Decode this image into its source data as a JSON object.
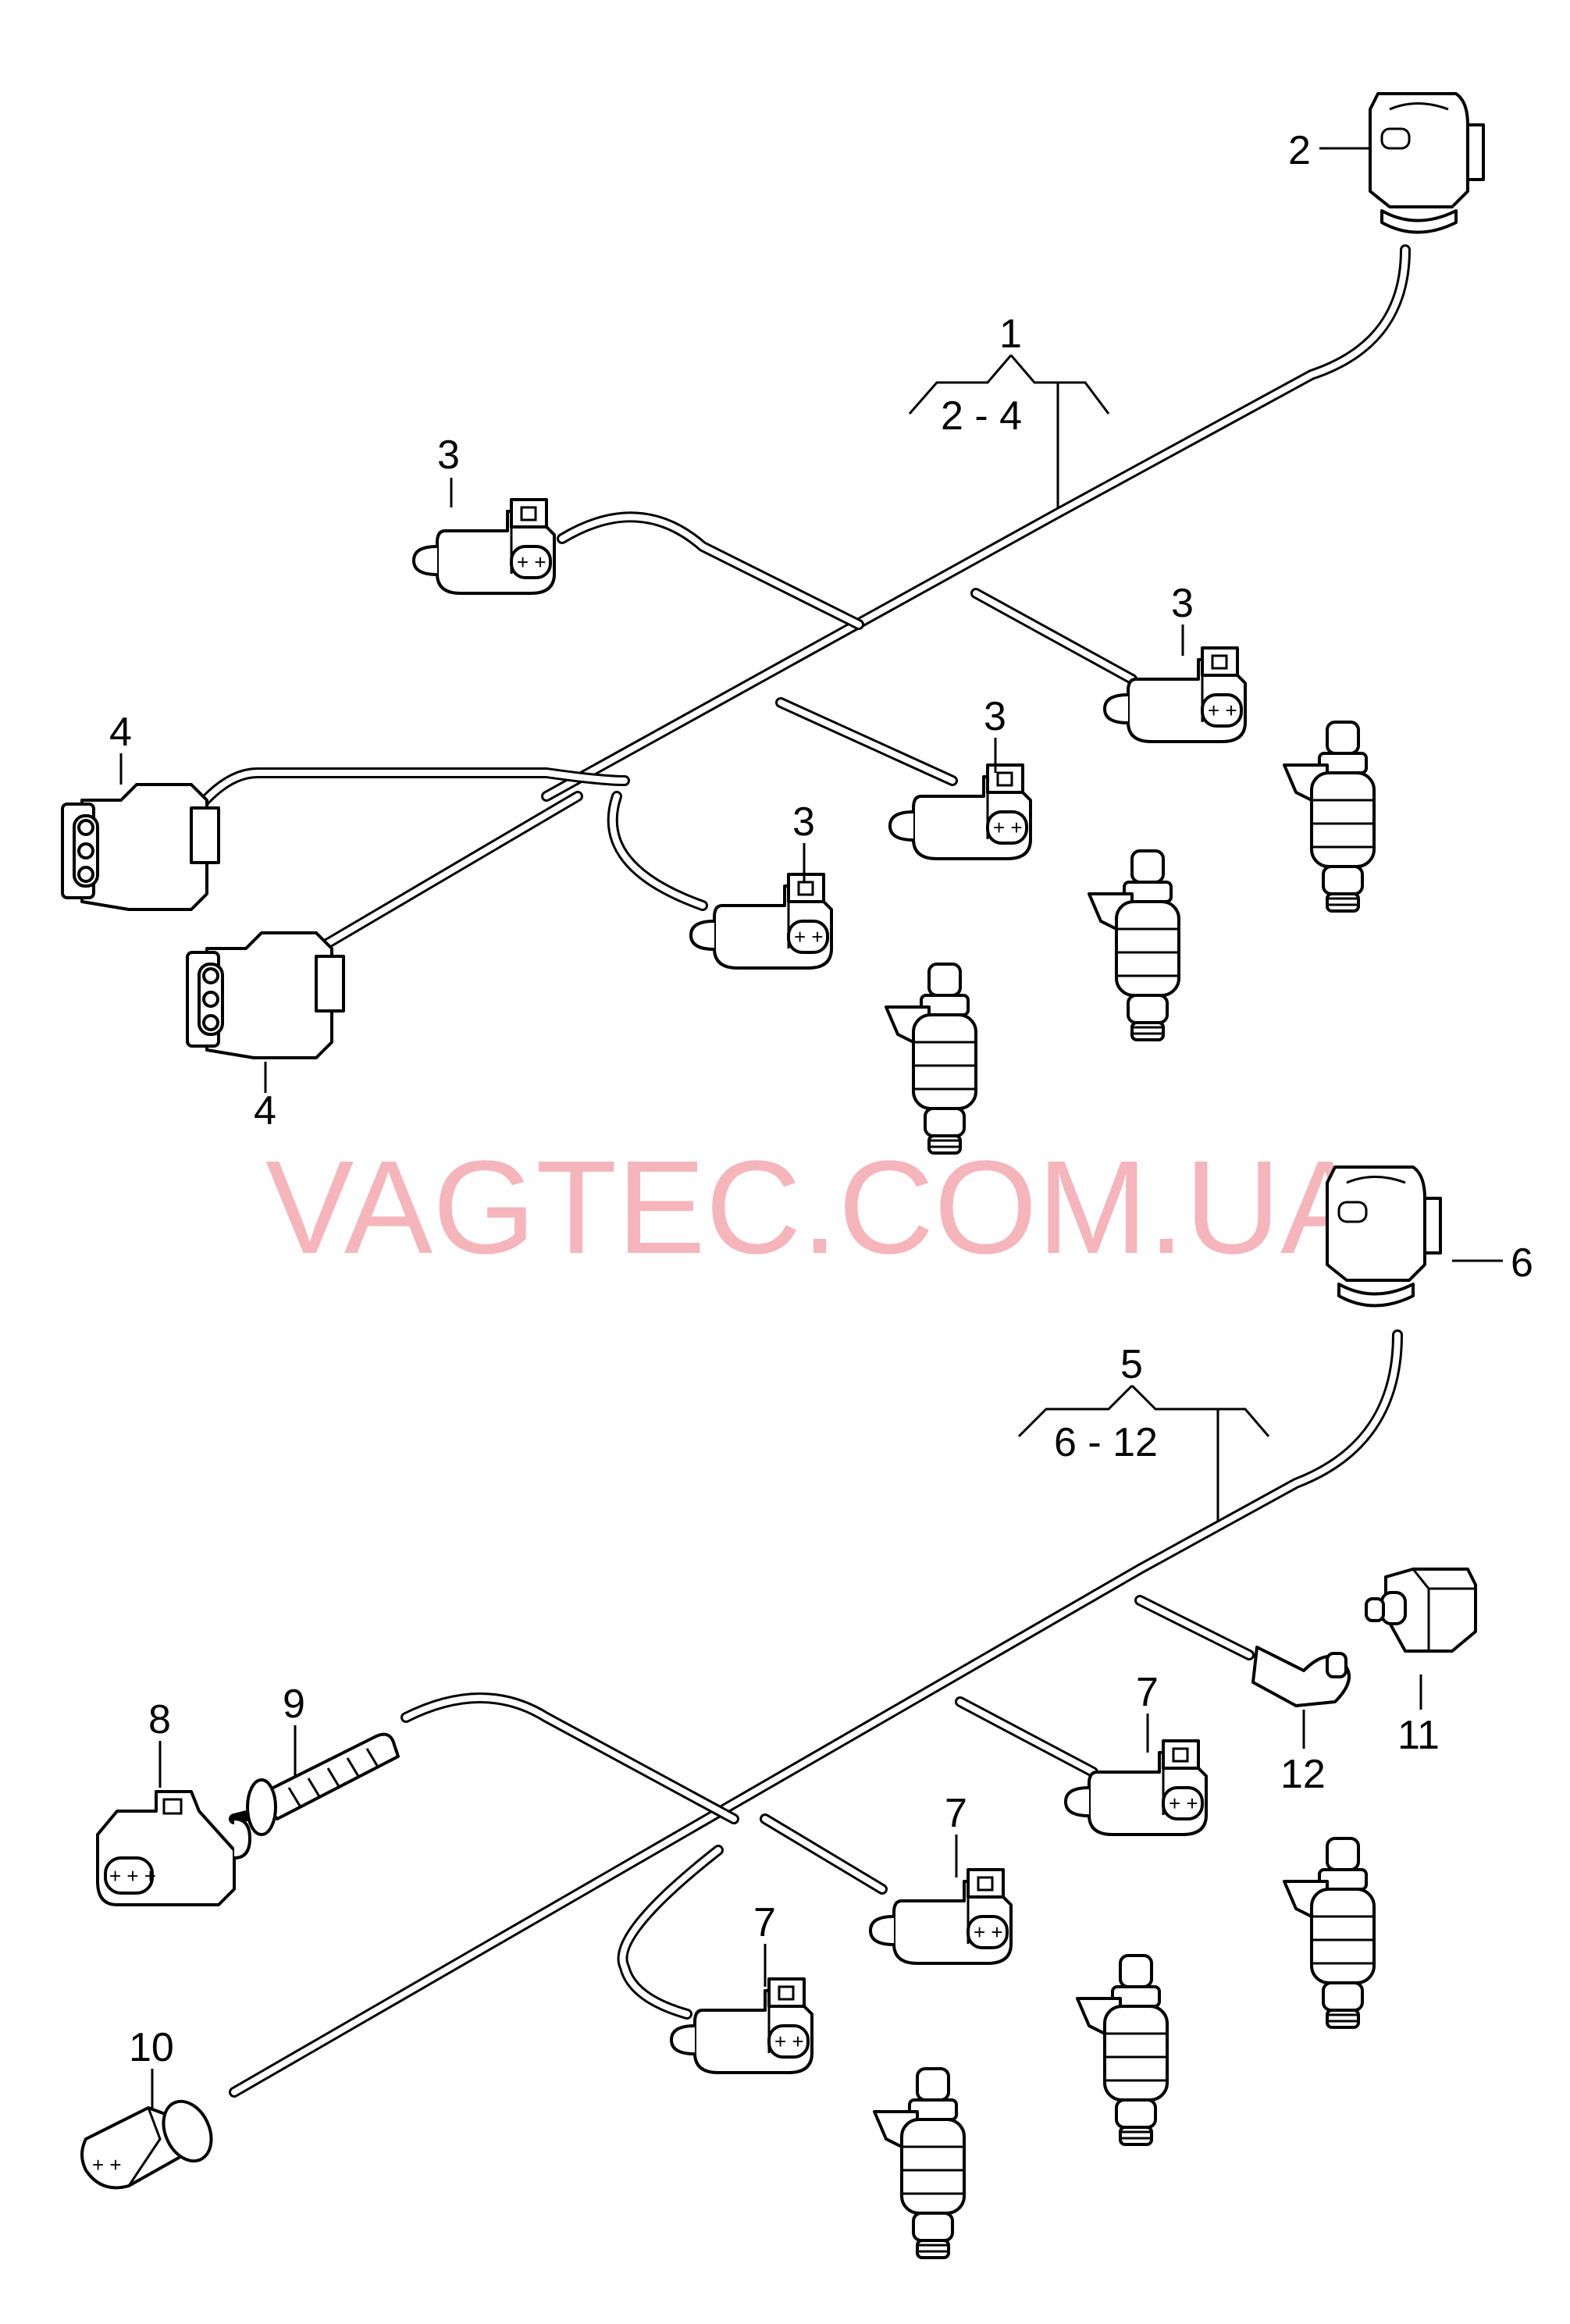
{
  "watermark": "VAGTEC.COM.UA",
  "callouts": {
    "c1": "1",
    "c1_range": "2 - 4",
    "c2": "2",
    "c3": "3",
    "c4": "4",
    "c5": "5",
    "c5_range": "6 - 12",
    "c6": "6",
    "c7": "7",
    "c8": "8",
    "c9": "9",
    "c10": "10",
    "c11": "11",
    "c12": "12"
  },
  "pin_marks": {
    "two": "+ +",
    "three": "+ + +"
  }
}
